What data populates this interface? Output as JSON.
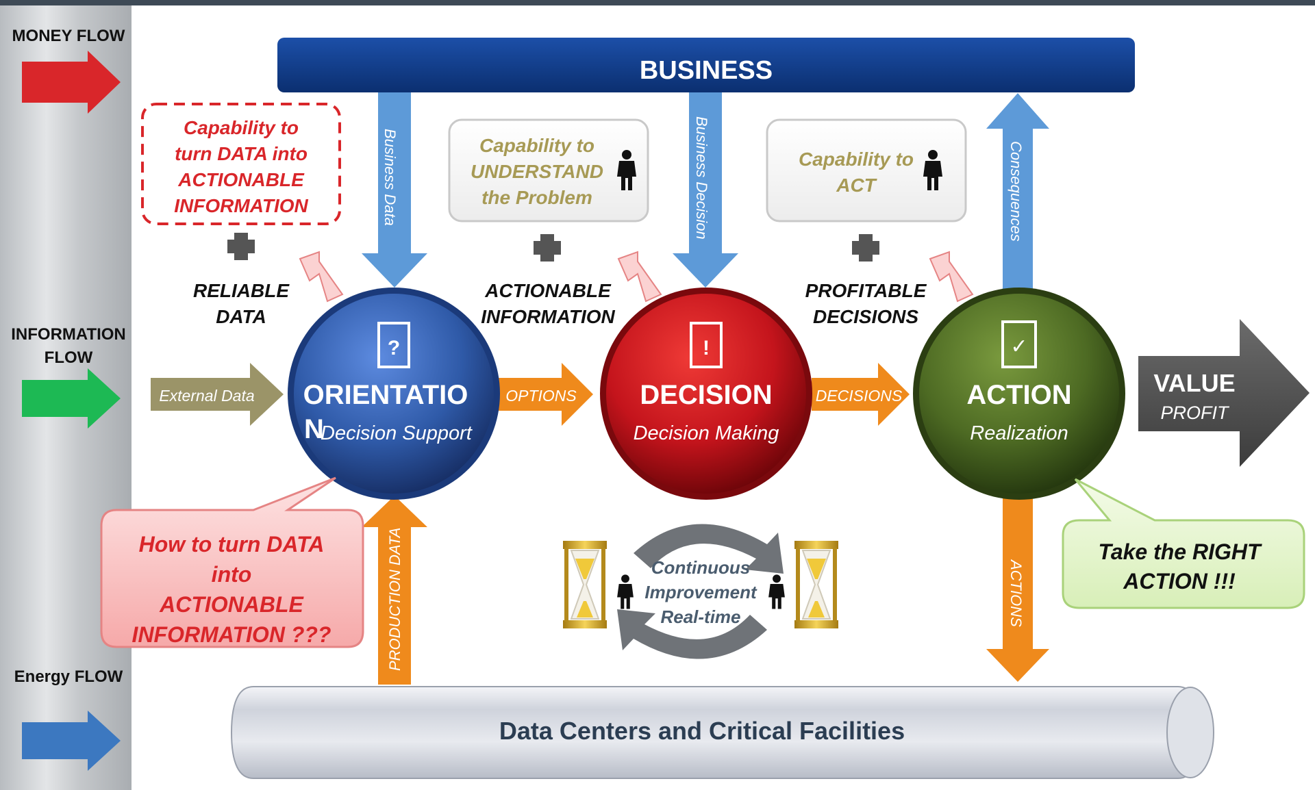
{
  "flows": {
    "money": "MONEY FLOW",
    "information": [
      "INFORMATION",
      "FLOW"
    ],
    "energy": "Energy FLOW"
  },
  "business": "BUSINESS",
  "capabilities": {
    "data": [
      "Capability to",
      "turn DATA into",
      "ACTIONABLE",
      "INFORMATION"
    ],
    "understand": [
      "Capability to",
      "UNDERSTAND",
      "the Problem"
    ],
    "act": [
      "Capability to",
      "ACT"
    ]
  },
  "inputs": {
    "reliable": [
      "RELIABLE",
      "DATA"
    ],
    "actionable": [
      "ACTIONABLE",
      "INFORMATION"
    ],
    "profitable": [
      "PROFITABLE",
      "DECISIONS"
    ]
  },
  "arrows": {
    "external_data": "External Data",
    "options": "OPTIONS",
    "decisions": "DECISIONS",
    "business_data": "Business Data",
    "business_decision": "Business Decision",
    "consequences": "Consequences",
    "production_data": "PRODUCTION DATA",
    "actions": "ACTIONS"
  },
  "circles": {
    "orientation": {
      "title_line1": "ORIENTATIO",
      "title_line2": "N",
      "subtitle": "Decision Support",
      "glyph": "?",
      "color": "#2f5aa8"
    },
    "decision": {
      "title": "DECISION",
      "subtitle": "Decision Making",
      "glyph": "!",
      "color": "#c4141c"
    },
    "action": {
      "title": "ACTION",
      "subtitle": "Realization",
      "glyph": "✓",
      "color": "#4d6a23"
    }
  },
  "value": {
    "title": "VALUE",
    "subtitle": "PROFIT"
  },
  "callouts": {
    "question": [
      "How to turn DATA",
      "into",
      "ACTIONABLE",
      "INFORMATION ???"
    ],
    "right_action": [
      "Take the RIGHT",
      "ACTION !!!"
    ]
  },
  "cycle": [
    "Continuous",
    "Improvement",
    "Real-time"
  ],
  "facilities": "Data Centers and Critical Facilities",
  "colors": {
    "money_arrow": "#d9262a",
    "information_arrow": "#1db954",
    "energy_arrow": "#3c78c0",
    "business_bar": "#0e3a88",
    "blue_arrow": "#5d9ad8",
    "orange_arrow": "#ef8a1c",
    "olive_arrow": "#9b9468"
  },
  "icons": [
    "money-flow-arrow",
    "information-flow-arrow",
    "energy-flow-arrow",
    "person-icon",
    "hourglass-icon",
    "question-document-icon",
    "exclamation-document-icon",
    "checkmark-document-icon",
    "cycle-arrows-icon",
    "plus-icon"
  ]
}
